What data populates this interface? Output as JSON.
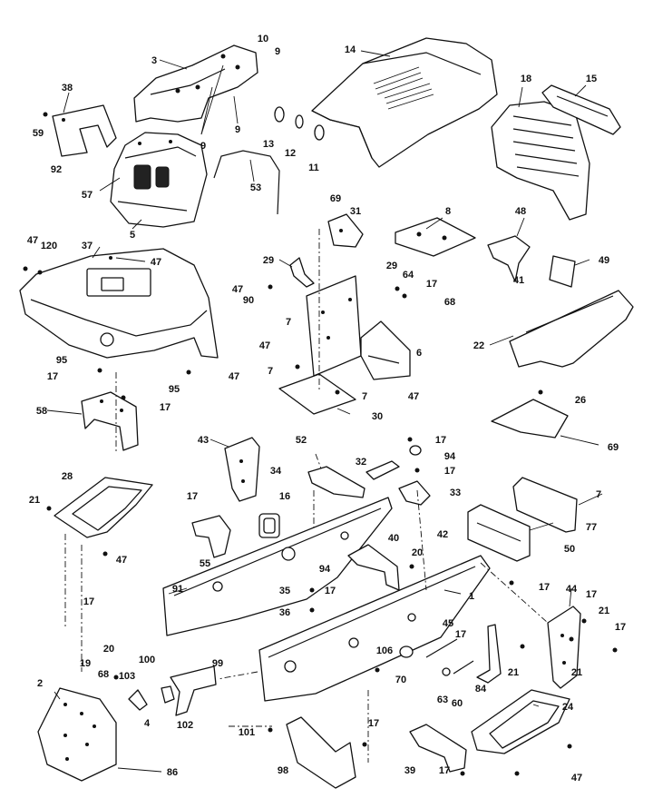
{
  "callouts": [
    {
      "id": "c1",
      "text": "3"
    },
    {
      "id": "c2",
      "text": "10"
    },
    {
      "id": "c3",
      "text": "9"
    },
    {
      "id": "c4",
      "text": "9"
    },
    {
      "id": "c5",
      "text": "9"
    },
    {
      "id": "c6",
      "text": "14"
    },
    {
      "id": "c7",
      "text": "18"
    },
    {
      "id": "c8",
      "text": "15"
    },
    {
      "id": "c9",
      "text": "38"
    },
    {
      "id": "c10",
      "text": "59"
    },
    {
      "id": "c11",
      "text": "92"
    },
    {
      "id": "c12",
      "text": "57"
    },
    {
      "id": "c13",
      "text": "5"
    },
    {
      "id": "c14",
      "text": "13"
    },
    {
      "id": "c15",
      "text": "12"
    },
    {
      "id": "c16",
      "text": "11"
    },
    {
      "id": "c17",
      "text": "53"
    },
    {
      "id": "c18",
      "text": "69"
    },
    {
      "id": "c19",
      "text": "31"
    },
    {
      "id": "c20",
      "text": "8"
    },
    {
      "id": "c21",
      "text": "48"
    },
    {
      "id": "c22",
      "text": "41"
    },
    {
      "id": "c23",
      "text": "49"
    },
    {
      "id": "c24",
      "text": "47"
    },
    {
      "id": "c25",
      "text": "120"
    },
    {
      "id": "c26",
      "text": "37"
    },
    {
      "id": "c27",
      "text": "47"
    },
    {
      "id": "c28",
      "text": "29"
    },
    {
      "id": "c29",
      "text": "29"
    },
    {
      "id": "c30",
      "text": "64"
    },
    {
      "id": "c31",
      "text": "17"
    },
    {
      "id": "c32",
      "text": "68"
    },
    {
      "id": "c33",
      "text": "47"
    },
    {
      "id": "c34",
      "text": "90"
    },
    {
      "id": "c35",
      "text": "7"
    },
    {
      "id": "c36",
      "text": "47"
    },
    {
      "id": "c37",
      "text": "6"
    },
    {
      "id": "c38",
      "text": "22"
    },
    {
      "id": "c39",
      "text": "95"
    },
    {
      "id": "c40",
      "text": "47"
    },
    {
      "id": "c41",
      "text": "7"
    },
    {
      "id": "c42",
      "text": "7"
    },
    {
      "id": "c43",
      "text": "47"
    },
    {
      "id": "c44",
      "text": "17"
    },
    {
      "id": "c45",
      "text": "95"
    },
    {
      "id": "c46",
      "text": "17"
    },
    {
      "id": "c47",
      "text": "26"
    },
    {
      "id": "c48",
      "text": "58"
    },
    {
      "id": "c49",
      "text": "30"
    },
    {
      "id": "c50",
      "text": "69"
    },
    {
      "id": "c51",
      "text": "43"
    },
    {
      "id": "c52",
      "text": "52"
    },
    {
      "id": "c53",
      "text": "17"
    },
    {
      "id": "c54",
      "text": "94"
    },
    {
      "id": "c55",
      "text": "32"
    },
    {
      "id": "c56",
      "text": "17"
    },
    {
      "id": "c57",
      "text": "34"
    },
    {
      "id": "c58",
      "text": "33"
    },
    {
      "id": "c59",
      "text": "28"
    },
    {
      "id": "c60",
      "text": "7"
    },
    {
      "id": "c61",
      "text": "21"
    },
    {
      "id": "c62",
      "text": "16"
    },
    {
      "id": "c63",
      "text": "17"
    },
    {
      "id": "c64",
      "text": "77"
    },
    {
      "id": "c65",
      "text": "47"
    },
    {
      "id": "c66",
      "text": "55"
    },
    {
      "id": "c67",
      "text": "42"
    },
    {
      "id": "c68",
      "text": "40"
    },
    {
      "id": "c69",
      "text": "20"
    },
    {
      "id": "c70",
      "text": "50"
    },
    {
      "id": "c71",
      "text": "17"
    },
    {
      "id": "c72",
      "text": "91"
    },
    {
      "id": "c73",
      "text": "94"
    },
    {
      "id": "c74",
      "text": "17"
    },
    {
      "id": "c75",
      "text": "35"
    },
    {
      "id": "c76",
      "text": "17"
    },
    {
      "id": "c77",
      "text": "1"
    },
    {
      "id": "c78",
      "text": "44"
    },
    {
      "id": "c79",
      "text": "17"
    },
    {
      "id": "c80",
      "text": "36"
    },
    {
      "id": "c81",
      "text": "21"
    },
    {
      "id": "c82",
      "text": "17"
    },
    {
      "id": "c83",
      "text": "19"
    },
    {
      "id": "c84",
      "text": "20"
    },
    {
      "id": "c85",
      "text": "45"
    },
    {
      "id": "c86",
      "text": "17"
    },
    {
      "id": "c87",
      "text": "21"
    },
    {
      "id": "c88",
      "text": "21"
    },
    {
      "id": "c89",
      "text": "100"
    },
    {
      "id": "c90",
      "text": "99"
    },
    {
      "id": "c91",
      "text": "106"
    },
    {
      "id": "c92",
      "text": "68"
    },
    {
      "id": "c93",
      "text": "103"
    },
    {
      "id": "c94",
      "text": "70"
    },
    {
      "id": "c95",
      "text": "63"
    },
    {
      "id": "c96",
      "text": "60"
    },
    {
      "id": "c97",
      "text": "84"
    },
    {
      "id": "c98",
      "text": "2"
    },
    {
      "id": "c99",
      "text": "4"
    },
    {
      "id": "c100",
      "text": "102"
    },
    {
      "id": "c101",
      "text": "24"
    },
    {
      "id": "c102",
      "text": "101"
    },
    {
      "id": "c103",
      "text": "17"
    },
    {
      "id": "c104",
      "text": "86"
    },
    {
      "id": "c105",
      "text": "98"
    },
    {
      "id": "c106",
      "text": "39"
    },
    {
      "id": "c107",
      "text": "17"
    },
    {
      "id": "c108",
      "text": "47"
    }
  ]
}
